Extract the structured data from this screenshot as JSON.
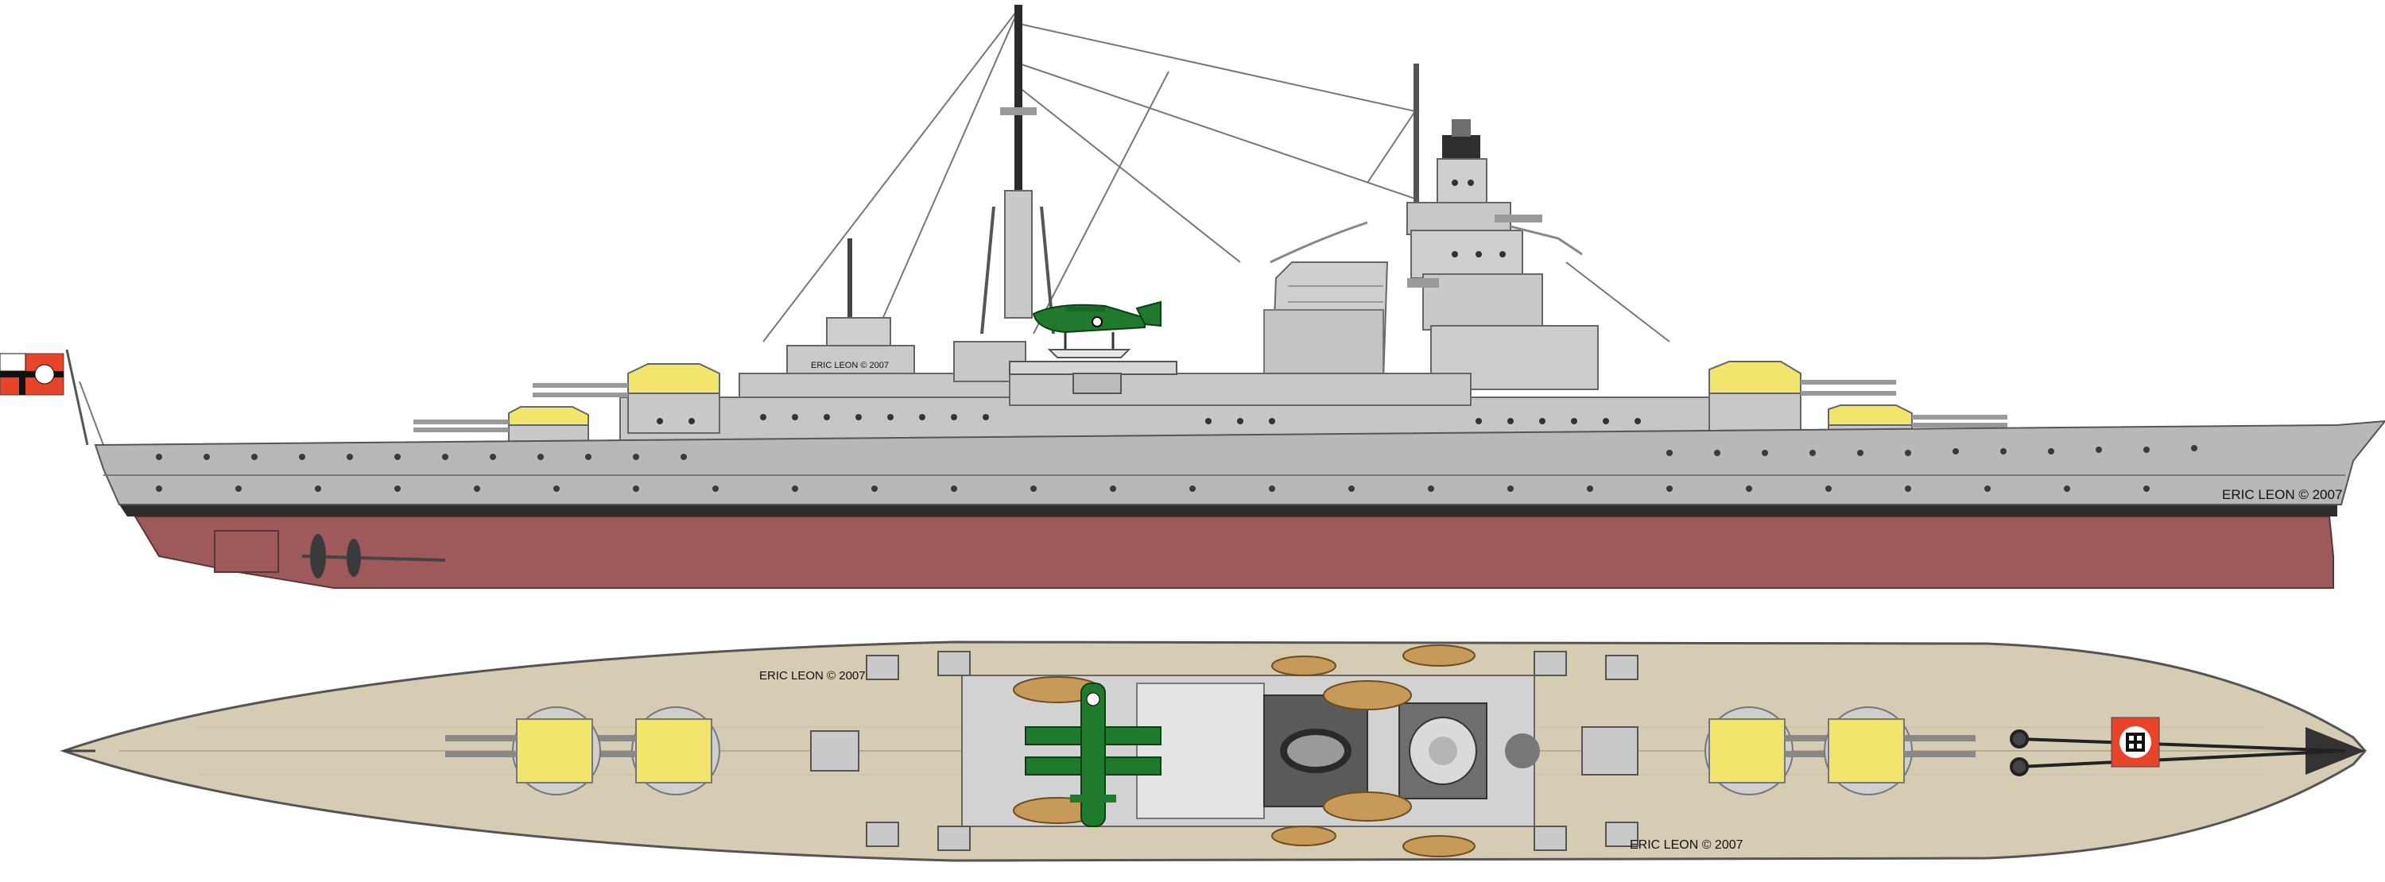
{
  "credits": {
    "side_stern": "ERIC LEON © 2007",
    "side_bow": "ERIC LEON © 2007",
    "plan_top": "ERIC LEON © 2007",
    "plan_bottom": "ERIC LEON © 2007"
  },
  "colors": {
    "hull_grey": "#b8b8b8",
    "superstructure_grey": "#c9c9c9",
    "boot_topping": "#2e2e2e",
    "antifouling_red": "#9e5a5a",
    "deck_planking": "#d6ccb4",
    "turret_roof_yellow": "#f2e56b",
    "aircraft_green": "#1f7a2e",
    "boat_wood": "#c79a5a",
    "ensign_red": "#e8442a"
  },
  "icons": [
    "war-ensign-icon",
    "aircraft-icon",
    "air-recognition-flag-icon"
  ]
}
